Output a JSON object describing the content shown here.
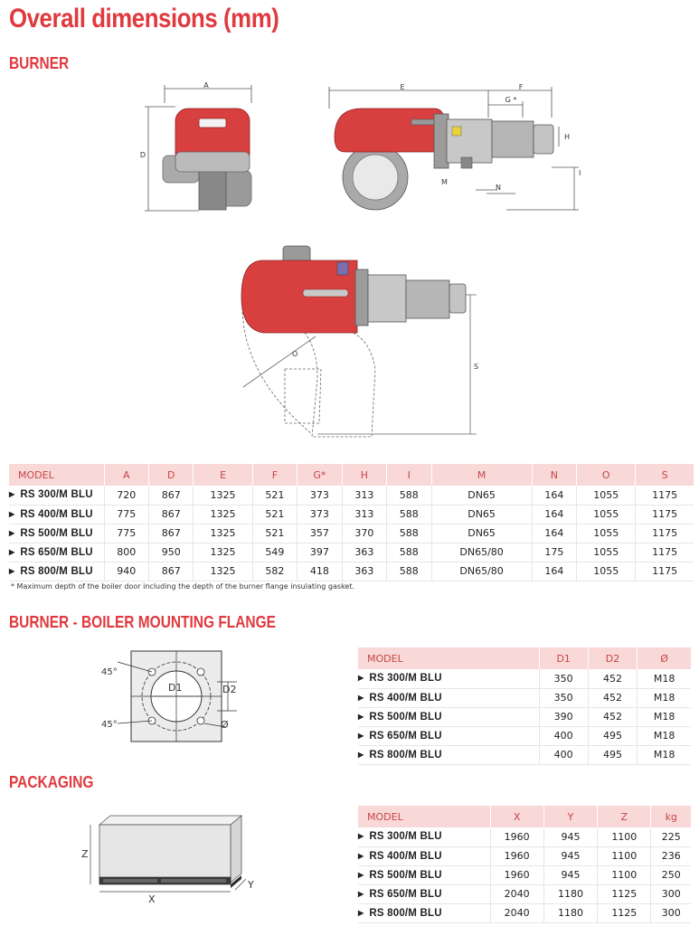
{
  "title": "Overall dimensions (mm)",
  "sections": {
    "burner": "BURNER",
    "flange": "BURNER - BOILER MOUNTING FLANGE",
    "packaging": "PACKAGING"
  },
  "drawing_labels": {
    "a": "A",
    "d": "D",
    "e": "E",
    "f": "F",
    "g": "G *",
    "h": "H",
    "i": "I",
    "m": "M",
    "n": "N",
    "o": "O",
    "s": "S",
    "angle1": "45°",
    "angle2": "45°",
    "d1": "D1",
    "d2": "D2",
    "dia": "Ø",
    "x": "X",
    "y": "Y",
    "z": "Z"
  },
  "colors": {
    "accent": "#e0393e",
    "header_bg": "#f8d9d8",
    "burner_red": "#d8403f"
  },
  "burner_table": {
    "headers": [
      "MODEL",
      "A",
      "D",
      "E",
      "F",
      "G*",
      "H",
      "I",
      "M",
      "N",
      "O",
      "S"
    ],
    "rows": [
      [
        "RS 300/M BLU",
        "720",
        "867",
        "1325",
        "521",
        "373",
        "313",
        "588",
        "DN65",
        "164",
        "1055",
        "1175"
      ],
      [
        "RS 400/M BLU",
        "775",
        "867",
        "1325",
        "521",
        "373",
        "313",
        "588",
        "DN65",
        "164",
        "1055",
        "1175"
      ],
      [
        "RS 500/M BLU",
        "775",
        "867",
        "1325",
        "521",
        "357",
        "370",
        "588",
        "DN65",
        "164",
        "1055",
        "1175"
      ],
      [
        "RS 650/M BLU",
        "800",
        "950",
        "1325",
        "549",
        "397",
        "363",
        "588",
        "DN65/80",
        "175",
        "1055",
        "1175"
      ],
      [
        "RS 800/M BLU",
        "940",
        "867",
        "1325",
        "582",
        "418",
        "363",
        "588",
        "DN65/80",
        "164",
        "1055",
        "1175"
      ]
    ],
    "footnote": "* Maximum depth of the boiler door including the depth of the burner flange insulating gasket."
  },
  "flange_table": {
    "headers": [
      "MODEL",
      "D1",
      "D2",
      "Ø"
    ],
    "rows": [
      [
        "RS 300/M BLU",
        "350",
        "452",
        "M18"
      ],
      [
        "RS 400/M BLU",
        "350",
        "452",
        "M18"
      ],
      [
        "RS 500/M BLU",
        "390",
        "452",
        "M18"
      ],
      [
        "RS 650/M BLU",
        "400",
        "495",
        "M18"
      ],
      [
        "RS 800/M BLU",
        "400",
        "495",
        "M18"
      ]
    ]
  },
  "packaging_table": {
    "headers": [
      "MODEL",
      "X",
      "Y",
      "Z",
      "kg"
    ],
    "rows": [
      [
        "RS 300/M BLU",
        "1960",
        "945",
        "1100",
        "225"
      ],
      [
        "RS 400/M BLU",
        "1960",
        "945",
        "1100",
        "236"
      ],
      [
        "RS 500/M BLU",
        "1960",
        "945",
        "1100",
        "250"
      ],
      [
        "RS 650/M BLU",
        "2040",
        "1180",
        "1125",
        "300"
      ],
      [
        "RS 800/M BLU",
        "2040",
        "1180",
        "1125",
        "300"
      ]
    ]
  }
}
